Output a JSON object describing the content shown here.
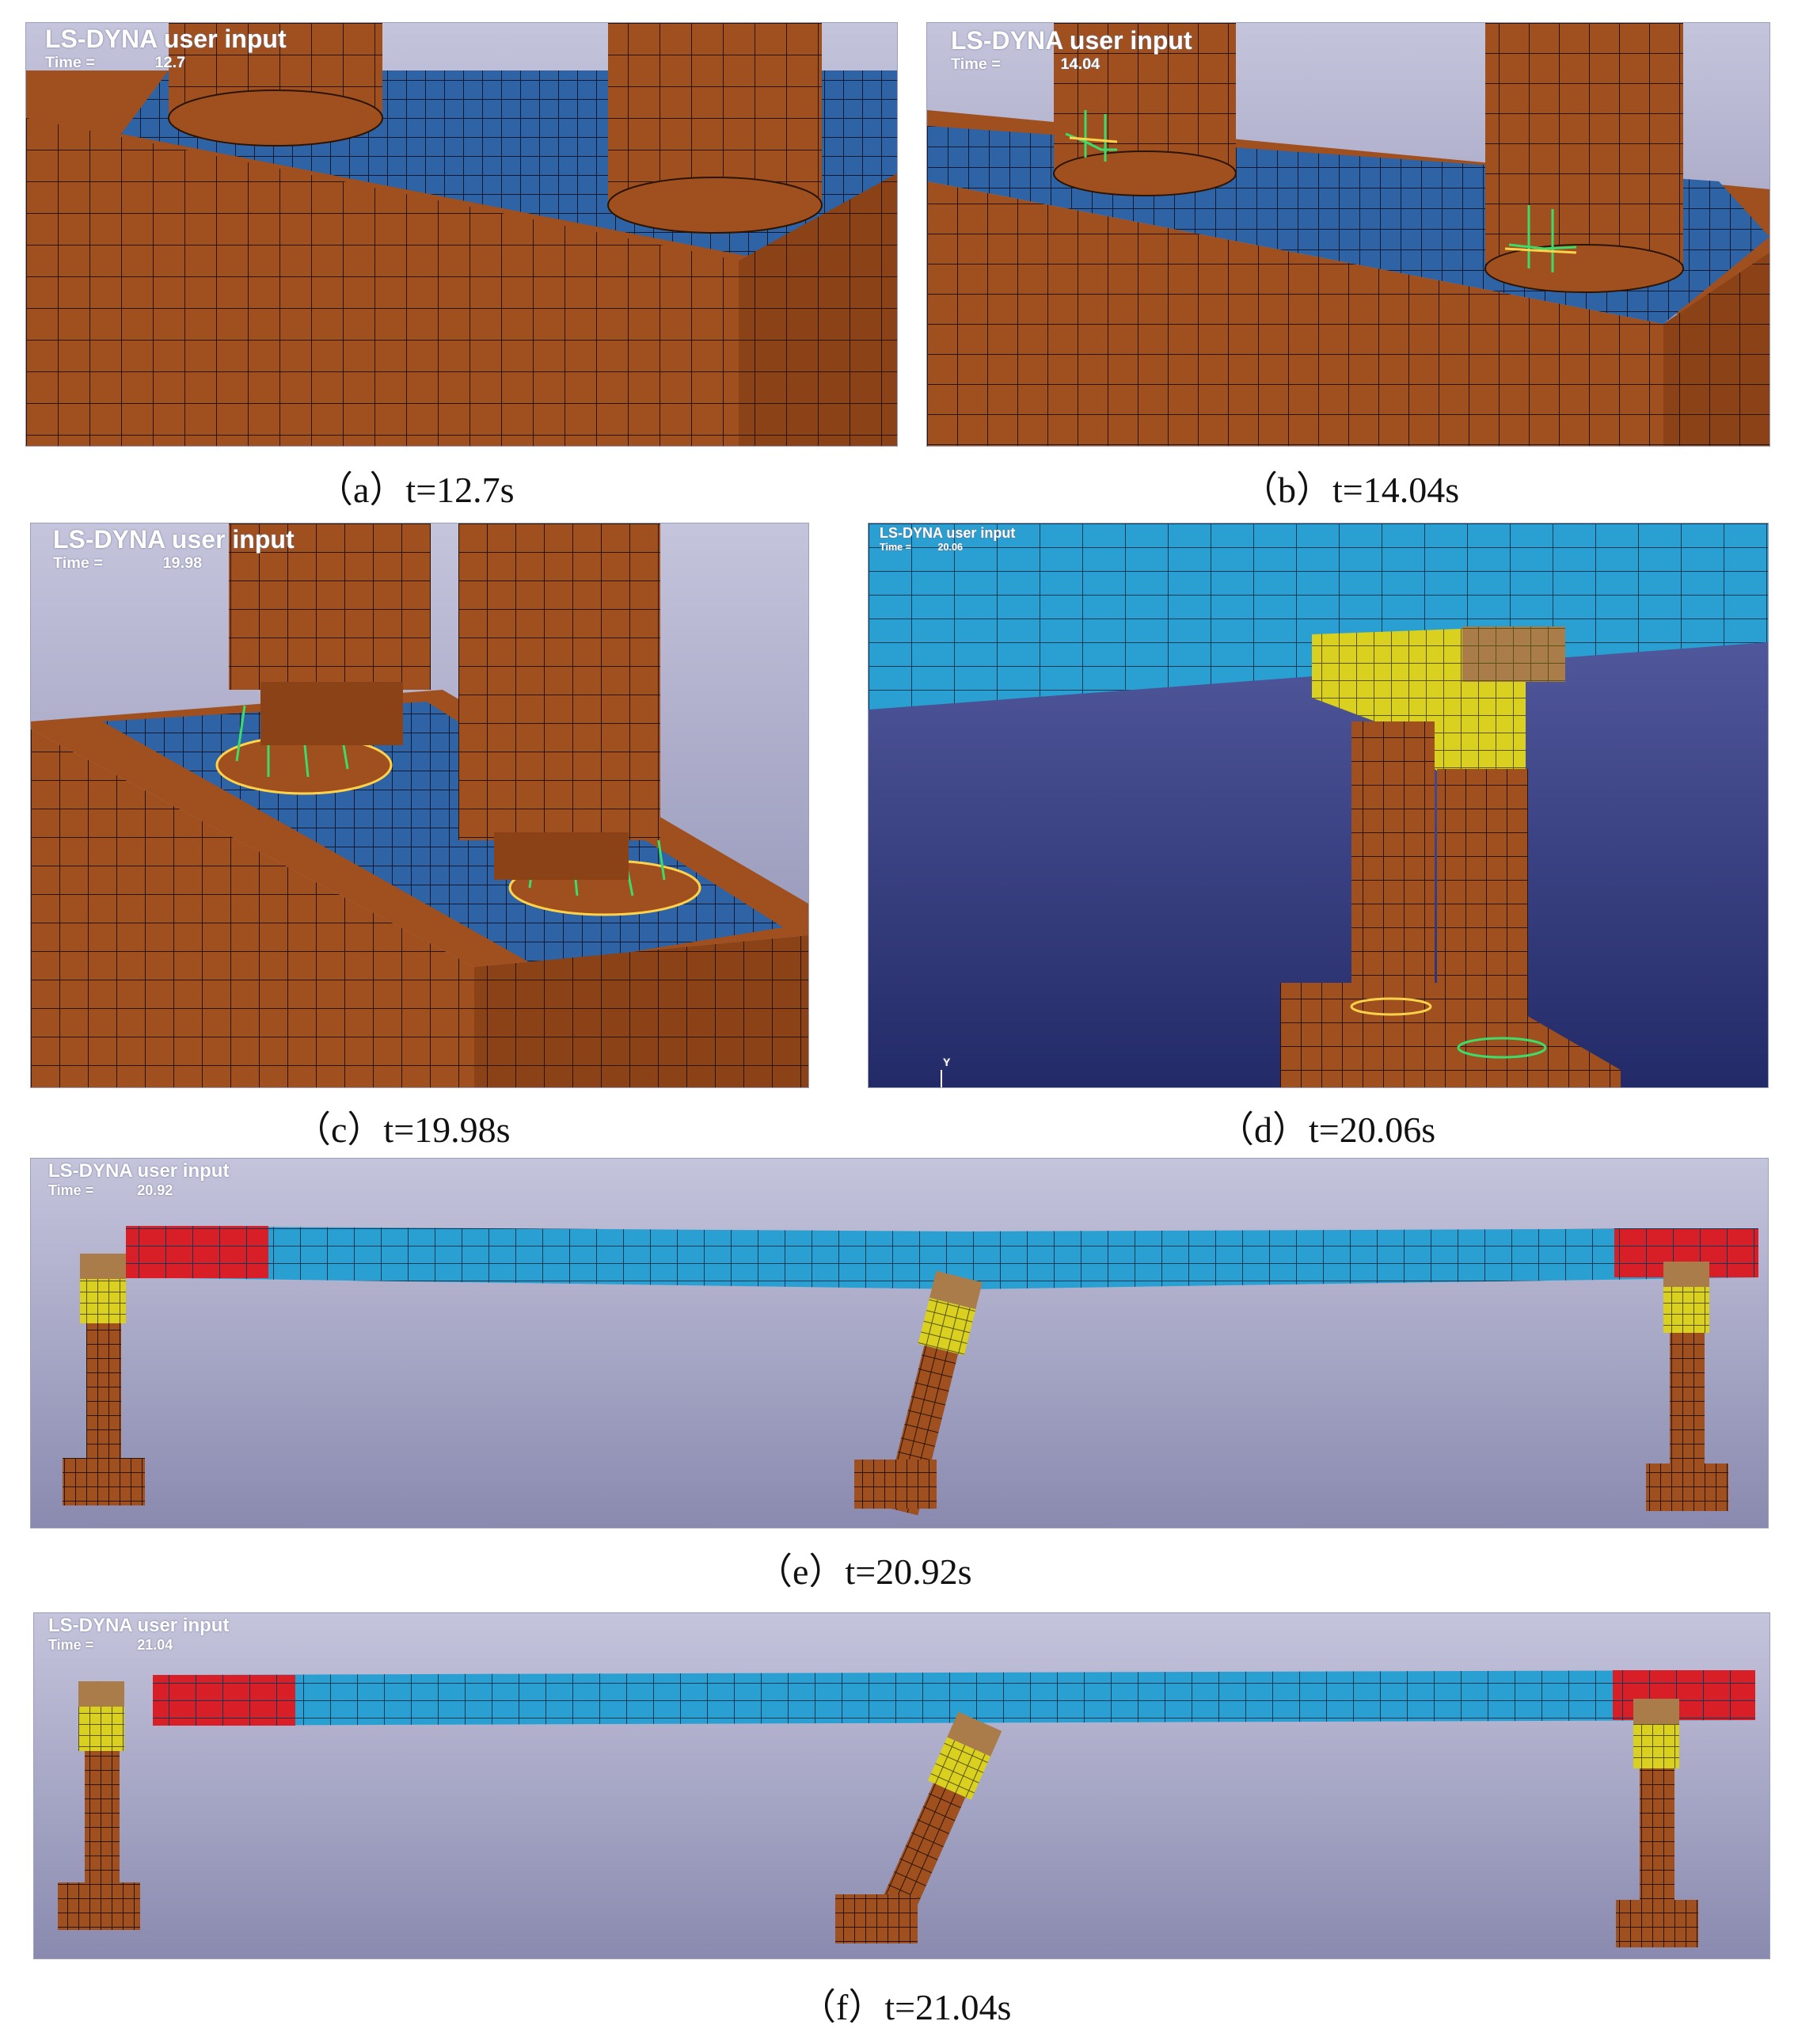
{
  "hud_title": "LS-DYNA user input",
  "hud_time_label": "Time =",
  "axis_y_label": "Y",
  "panels": [
    {
      "id": "a",
      "time": "12.7",
      "caption": "（a）t=12.7s"
    },
    {
      "id": "b",
      "time": "14.04",
      "caption": "（b）t=14.04s"
    },
    {
      "id": "c",
      "time": "19.98",
      "caption": "（c）t=19.98s"
    },
    {
      "id": "d",
      "time": "20.06",
      "caption": "（d）t=20.06s"
    },
    {
      "id": "e",
      "time": "20.92",
      "caption": "（e）t=20.92s"
    },
    {
      "id": "f",
      "time": "21.04",
      "caption": "（f）t=21.04s"
    }
  ],
  "colors": {
    "pier": "#a0501e",
    "pier_dark": "#7a3a12",
    "cap_blue": "#2e63a6",
    "deck": "#2aa0d2",
    "deck_end": "#d81e26",
    "bearing_yellow": "#d9d020",
    "block_tan": "#a97c4a",
    "background_top": "#c2c2da",
    "background_bottom": "#8a8ab0",
    "contact_line": "#3ddc6a"
  }
}
